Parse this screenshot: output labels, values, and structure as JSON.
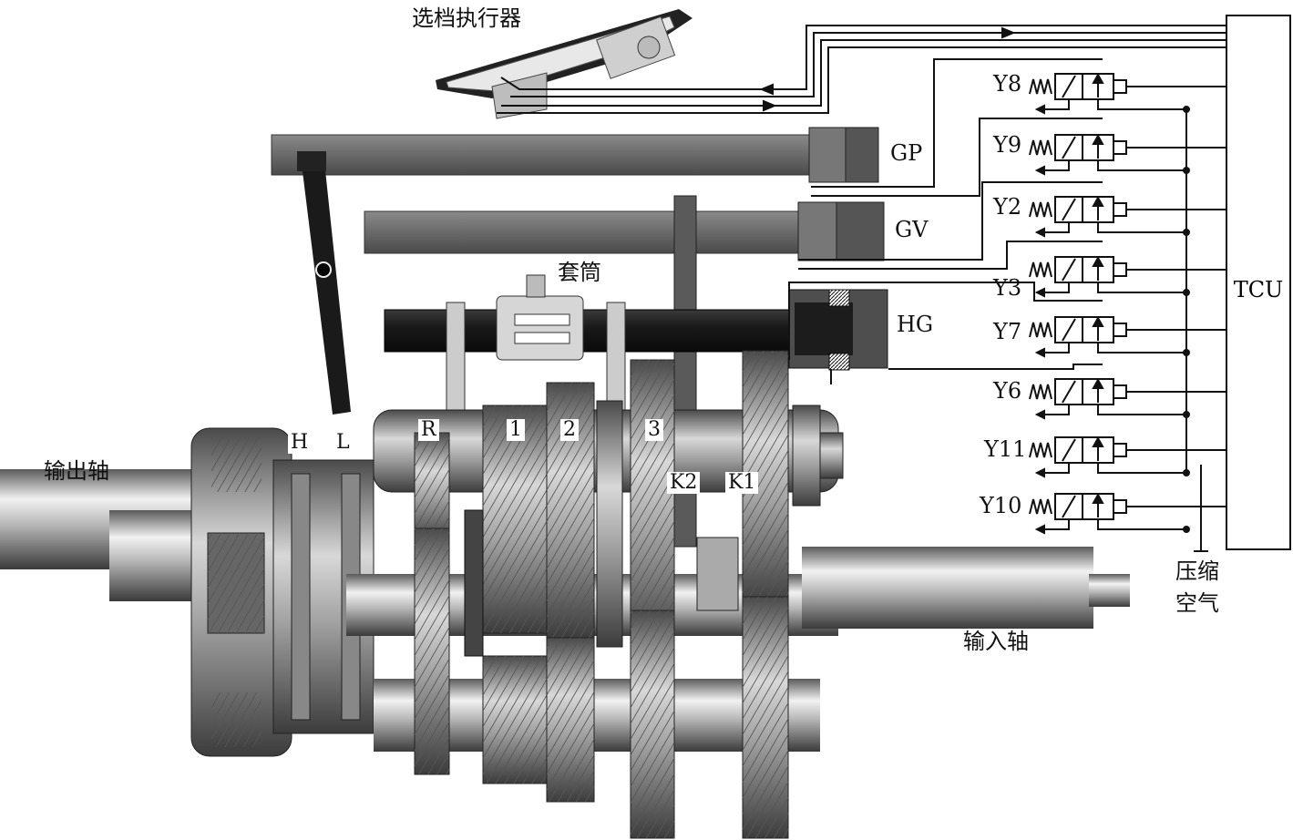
{
  "labels": {
    "selector_actuator": "选档执行器",
    "sleeve": "套筒",
    "output_shaft": "输出轴",
    "input_shaft": "输入轴",
    "compressed_air_1": "压缩",
    "compressed_air_2": "空气",
    "gp": "GP",
    "gv": "GV",
    "hg": "HG",
    "tcu": "TCU",
    "range_h": "H",
    "range_l": "L",
    "gear_r": "R",
    "gear_1": "1",
    "gear_2": "2",
    "gear_3": "3",
    "k2": "K2",
    "k1": "K1"
  },
  "valves": [
    "Y8",
    "Y9",
    "Y2",
    "Y3",
    "Y7",
    "Y6",
    "Y11",
    "Y10"
  ],
  "colors": {
    "line": "#111111",
    "rod_grey": "#6e6e6e",
    "rod_dark": "#2a2a2a",
    "metal_light": "#d9d9d9",
    "metal_mid": "#9a9a9a",
    "metal_dark": "#4a4a4a"
  }
}
